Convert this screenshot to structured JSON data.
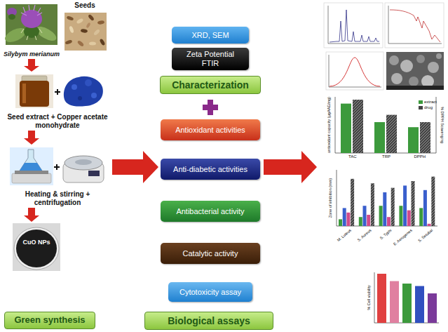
{
  "diagram": {
    "nodes": [
      {
        "text": [
          "Silybym merianum"
        ]
      },
      {
        "text": [
          "Seeds"
        ]
      },
      {
        "text": [
          "Seed extract + Copper acetate monohydrate"
        ]
      },
      {
        "text": [
          "Heating & stirring + centrifugation"
        ]
      },
      {
        "text": [
          "CuO NPs"
        ]
      },
      {
        "text": [
          "Green synthesis"
        ]
      },
      {
        "text": [
          "XRD, SEM"
        ]
      },
      {
        "text": [
          "Zeta Potential FTIR"
        ]
      },
      {
        "text": [
          "Characterization"
        ]
      },
      {
        "text": [
          "Antioxidant activities"
        ]
      },
      {
        "text": [
          "Anti-diabetic activities"
        ]
      },
      {
        "text": [
          "Antibacterial activity"
        ]
      },
      {
        "text": [
          "Catalytic activity"
        ]
      },
      {
        "text": [
          "Cytotoxicity assay"
        ]
      },
      {
        "text": [
          "Biological assays"
        ]
      }
    ],
    "edges": [
      {
        "from": 0,
        "to": 2,
        "arrow": "to"
      },
      {
        "from": 2,
        "to": 3,
        "arrow": "to"
      },
      {
        "from": 3,
        "to": 4,
        "arrow": "to"
      }
    ],
    "labels": [
      "antioxidant capacity (μgAAE/mg)",
      "% DPPH Scavenging",
      "TAC",
      "TRP",
      "DPPH",
      "Zone of inhibition (mm)",
      "M. Luteus",
      "S. Aureus",
      "S. Typhi",
      "E. Aerogenes",
      "S. Setubal",
      "% Cell viability"
    ],
    "legend": [
      {
        "text": "extract",
        "color": "#3c9a3c"
      },
      {
        "text": "drug",
        "color": "#444444"
      }
    ]
  }
}
